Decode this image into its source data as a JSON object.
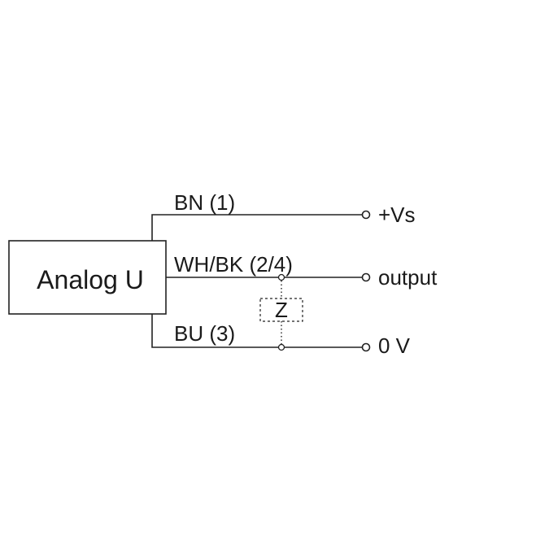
{
  "device": {
    "label": "Analog U"
  },
  "wires": [
    {
      "id": "brown",
      "label": "BN (1)",
      "terminal": "+Vs"
    },
    {
      "id": "white-black",
      "label": "WH/BK (2/4)",
      "terminal": "output"
    },
    {
      "id": "blue",
      "label": "BU (3)",
      "terminal": "0 V"
    }
  ],
  "load": {
    "label": "Z"
  }
}
